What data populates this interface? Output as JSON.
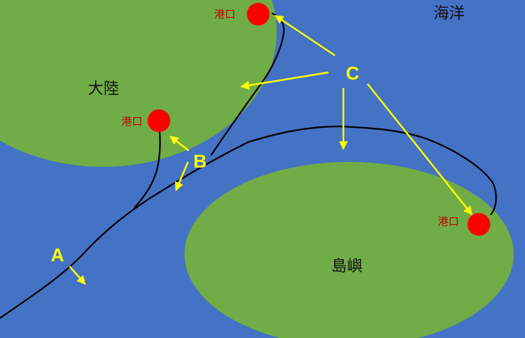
{
  "map": {
    "ocean_label": "海洋",
    "mainland_label": "大陸",
    "island_label": "島嶼",
    "port_label": "港口",
    "route_markers": [
      "A",
      "B",
      "C"
    ]
  },
  "colors": {
    "ocean": "#4472c4",
    "land": "#70ad47",
    "port": "#ff0000",
    "port_text": "#c00000",
    "route": "#000000",
    "arrow": "#ffff00"
  }
}
